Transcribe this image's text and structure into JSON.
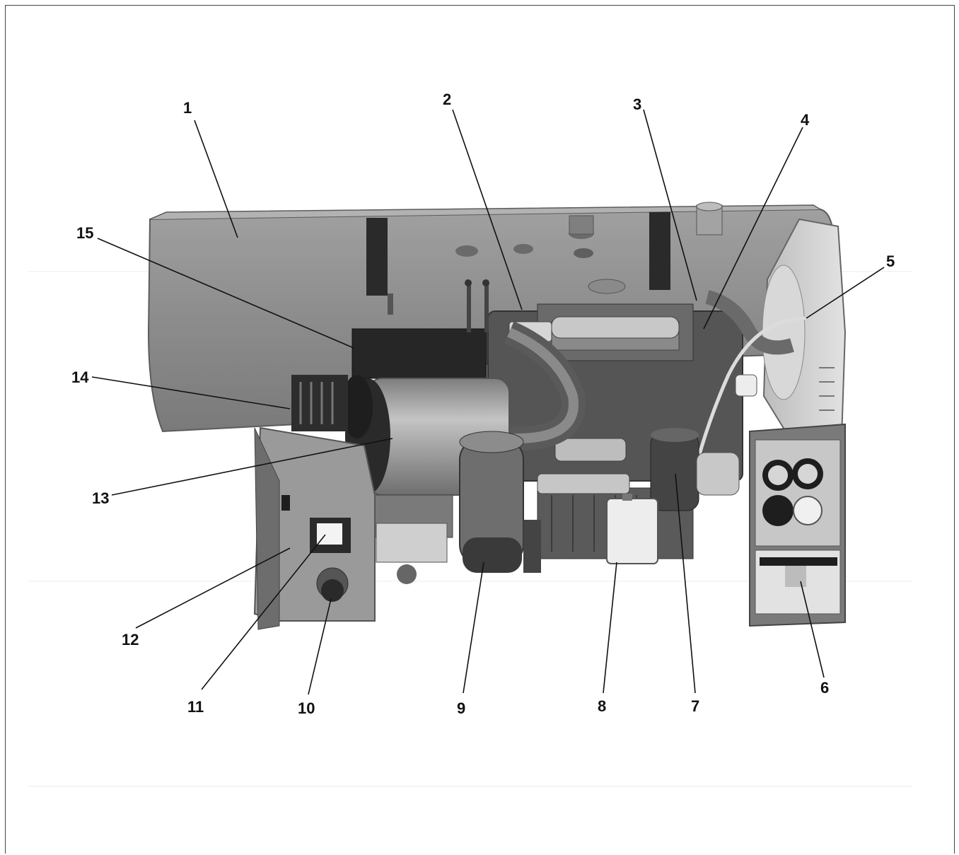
{
  "callouts": [
    {
      "id": "1",
      "label": "1"
    },
    {
      "id": "2",
      "label": "2"
    },
    {
      "id": "3",
      "label": "3"
    },
    {
      "id": "4",
      "label": "4"
    },
    {
      "id": "5",
      "label": "5"
    },
    {
      "id": "6",
      "label": "6"
    },
    {
      "id": "7",
      "label": "7"
    },
    {
      "id": "8",
      "label": "8"
    },
    {
      "id": "9",
      "label": "9"
    },
    {
      "id": "10",
      "label": "10"
    },
    {
      "id": "11",
      "label": "11"
    },
    {
      "id": "12",
      "label": "12"
    },
    {
      "id": "13",
      "label": "13"
    },
    {
      "id": "14",
      "label": "14"
    },
    {
      "id": "15",
      "label": "15"
    }
  ],
  "colors": {
    "body_gray": "#8f8f8f",
    "dark_gray": "#4a4a4a",
    "light_gray": "#c9c9c9",
    "black": "#1e1e1e",
    "white": "#f0f0f0"
  }
}
